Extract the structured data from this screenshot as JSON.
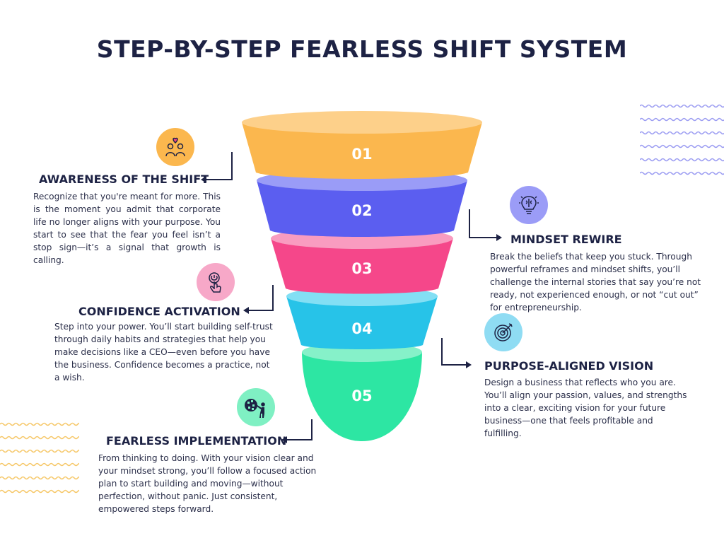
{
  "title": "STEP-BY-STEP FEARLESS SHIFT SYSTEM",
  "layers": [
    {
      "label": "01",
      "color": "#fbb74e"
    },
    {
      "label": "02",
      "color": "#5b5ef0"
    },
    {
      "label": "03",
      "color": "#f5478a"
    },
    {
      "label": "04",
      "color": "#27c3e8"
    },
    {
      "label": "05",
      "color": "#2de6a3"
    }
  ],
  "steps": [
    {
      "heading": "AWARENESS OF THE SHIFT",
      "text": "Recognize that you're meant for more. This is the moment you admit that corporate life no longer aligns with your purpose. You start to see that the fear you feel isn’t a stop sign—it’s a signal that growth is calling.",
      "icon": "people-heart-icon",
      "icon_color": "#fbb74e"
    },
    {
      "heading": "MINDSET REWIRE",
      "text": "Break the beliefs that keep you stuck.  Through powerful reframes and mindset shifts, you’ll challenge the internal stories that say you’re not ready, not experienced enough, or not “cut out” for entrepreneurship.",
      "icon": "brain-bulb-icon",
      "icon_color": "#9b9cf7"
    },
    {
      "heading": "CONFIDENCE ACTIVATION",
      "text": "Step into your power. You’ll start building self-trust through daily habits and strategies that help you make decisions like a CEO—even before you have the business. Confidence becomes a practice, not a wish.",
      "icon": "power-touch-icon",
      "icon_color": "#f7a8c8"
    },
    {
      "heading": "PURPOSE-ALIGNED VISION",
      "text": "Design a business that reflects who you are. You’ll align your passion, values, and strengths into a clear, exciting vision for your future business—one that feels profitable and fulfilling.",
      "icon": "target-icon",
      "icon_color": "#8fdcf3"
    },
    {
      "heading": "FEARLESS IMPLEMENTATION",
      "text": "From thinking to doing. With your vision clear and your mindset strong, you’ll follow a focused action plan to start building and moving—without perfection, without panic. Just consistent, empowered steps forward.",
      "icon": "puzzle-person-icon",
      "icon_color": "#7ff0c3"
    }
  ],
  "decor": {
    "wave_top_color": "#9c9df2",
    "wave_bottom_color": "#f6c86a"
  }
}
